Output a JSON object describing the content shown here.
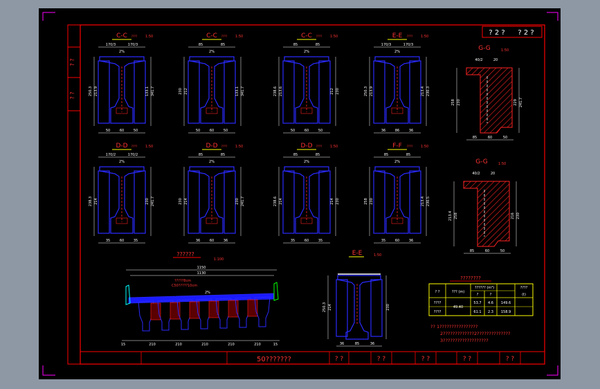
{
  "colors": {
    "background": "#8e98a5",
    "paper": "#000000",
    "frame": "#ff0000",
    "title_text": "#ff3333",
    "outline": "#2222ff",
    "dimension": "#ffffff",
    "hatch": "#ff2222",
    "table_border": "#ffff00",
    "note_text": "#ffff00",
    "marker": "#ff00ff",
    "accent": "#00ffff"
  },
  "title_box": {
    "left": "? 2 ?",
    "right": "? 2 ?"
  },
  "left_strip": {
    "top": "? ?",
    "bottom": "? ?"
  },
  "sections": [
    {
      "name": "C-C",
      "suffix": "????",
      "scale": "1:50",
      "top_dims": [
        "170/3",
        "170/3"
      ],
      "bottom_dims": [
        "50",
        "60",
        "50"
      ],
      "left_dims": [
        "250.3",
        "213.9"
      ],
      "right_dims": [
        "133.1",
        "341.7"
      ]
    },
    {
      "name": "C-C",
      "suffix": "????",
      "scale": "1:50",
      "top_dims": [
        "85",
        "85"
      ],
      "bottom_dims": [
        "50",
        "60",
        "50"
      ],
      "left_dims": [
        "230",
        "212"
      ],
      "right_dims": [
        "133.1",
        "341.7"
      ]
    },
    {
      "name": "C-C",
      "suffix": "????",
      "scale": "1:50",
      "top_dims": [
        "85",
        "85"
      ],
      "bottom_dims": [
        "50",
        "60",
        "50"
      ],
      "left_dims": [
        "238.6",
        "213.6"
      ],
      "right_dims": [
        "212",
        "230"
      ]
    },
    {
      "name": "E-E",
      "suffix": "????",
      "scale": "1:50",
      "top_dims": [
        "170/3",
        "170/3"
      ],
      "bottom_dims": [
        "36",
        "86",
        "36"
      ],
      "left_dims": [
        "250.3",
        "213.9"
      ],
      "right_dims": [
        "213.4",
        "230.3"
      ]
    },
    {
      "name": "D-D",
      "suffix": "????",
      "scale": "1:50",
      "top_dims": [
        "170/2",
        "170/2"
      ],
      "bottom_dims": [
        "35",
        "60",
        "35"
      ],
      "left_dims": [
        "238.3",
        "214"
      ],
      "right_dims": [
        "230",
        "241.7"
      ]
    },
    {
      "name": "D-D",
      "suffix": "????",
      "scale": "1:50",
      "top_dims": [
        "85",
        "85"
      ],
      "bottom_dims": [
        "36",
        "60",
        "36"
      ],
      "left_dims": [
        "230",
        "214"
      ],
      "right_dims": [
        "230",
        "241.7"
      ]
    },
    {
      "name": "D-D",
      "suffix": "????",
      "scale": "1:50",
      "top_dims": [
        "85",
        "85"
      ],
      "bottom_dims": [
        "35",
        "60",
        "35"
      ],
      "left_dims": [
        "238.6",
        "214"
      ],
      "right_dims": [
        "214",
        "230"
      ]
    },
    {
      "name": "F-F",
      "suffix": "????",
      "scale": "1:50",
      "top_dims": [
        "85",
        "85"
      ],
      "bottom_dims": [
        "35",
        "60",
        "36"
      ],
      "left_dims": [
        "258",
        "230"
      ],
      "right_dims": [
        "213.4",
        "230.5"
      ]
    }
  ],
  "slope_label": "2%",
  "g_sections": [
    {
      "name": "G-G",
      "suffix": "????",
      "scale": "1:50",
      "top_dims": [
        "40/2",
        "20"
      ],
      "bottom_dims": [
        "85",
        "60",
        "50"
      ],
      "left_dims": [
        "258",
        "230"
      ],
      "right_dims": [
        "229",
        "241.7"
      ]
    },
    {
      "name": "G-G",
      "suffix": "????",
      "scale": "1:50",
      "top_dims": [
        "40/2",
        "20"
      ],
      "bottom_dims": [
        "85",
        "60",
        "50"
      ],
      "left_dims": [
        "213.4",
        "258"
      ],
      "right_dims": [
        "216",
        "230"
      ]
    }
  ],
  "cross_section": {
    "title": "??????",
    "scale": "1:100",
    "width_top": "1150",
    "width_inner": "1130",
    "notes": [
      "?????8cm",
      "C50?????10cm"
    ],
    "slope": "2%",
    "bottom_dims": [
      "15",
      "210",
      "210",
      "210",
      "210",
      "210",
      "15"
    ]
  },
  "e_section": {
    "name": "E-E",
    "suffix": "????",
    "scale": "1:50",
    "bottom_dims": [
      "36",
      "85",
      "36"
    ],
    "left_dims": [
      "250.3",
      "214"
    ],
    "right_dims": [
      "230"
    ]
  },
  "quantity_table": {
    "title": "????????",
    "header": [
      "? ?",
      "??? (m)",
      "?????? (m³)",
      "????"
    ],
    "subheader": [
      "",
      "",
      "?",
      "?",
      "(t)"
    ],
    "rows": [
      {
        "name": "????",
        "length": "49.40",
        "v1": "53.7",
        "v2": "4.6",
        "weight": "149.6"
      },
      {
        "name": "????",
        "length": "",
        "v1": "61.1",
        "v2": "2.3",
        "weight": "158.9"
      }
    ]
  },
  "notes": [
    "?? 1????????????????",
    "2?????????????2??????????????",
    "3???????????????????"
  ],
  "title_block": {
    "drawing_title": "50???????",
    "cells": [
      "? ?",
      "? ?",
      "? ?",
      "? ?",
      "? ?"
    ]
  }
}
